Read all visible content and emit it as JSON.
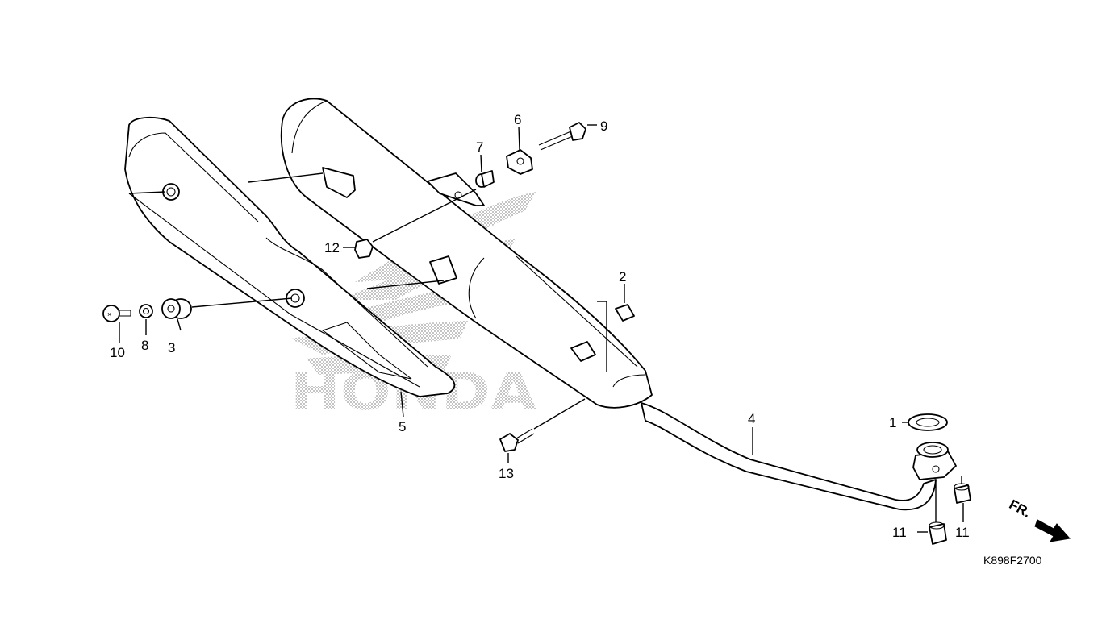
{
  "diagram": {
    "watermark": "HONDA",
    "drawing_code": "K898F2700",
    "front_indicator": "FR.",
    "callouts": {
      "p1": "1",
      "p2": "2",
      "p3": "3",
      "p4": "4",
      "p5": "5",
      "p6": "6",
      "p7": "7",
      "p8": "8",
      "p9": "9",
      "p10": "10",
      "p11a": "11",
      "p11b": "11",
      "p12": "12",
      "p13": "13"
    }
  }
}
